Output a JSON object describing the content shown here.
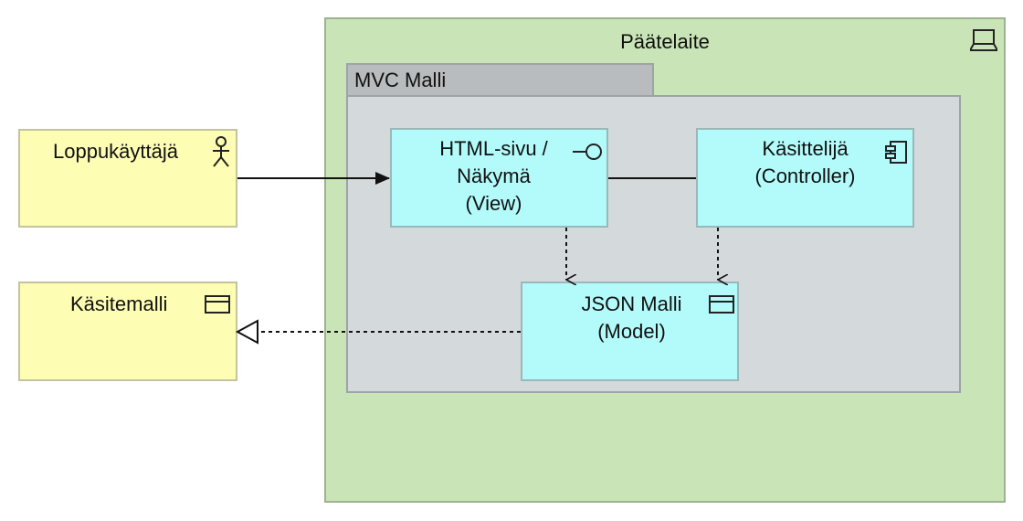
{
  "nodes": {
    "device": {
      "label": "Päätelaite",
      "icon": "device-icon"
    },
    "mvc": {
      "label": "MVC Malli"
    },
    "view": {
      "line1": "HTML-sivu /",
      "line2": "Näkymä",
      "line3": "(View)",
      "icon": "interface-icon"
    },
    "controller": {
      "line1": "Käsittelijä",
      "line2": "(Controller)",
      "icon": "component-icon"
    },
    "model": {
      "line1": "JSON Malli",
      "line2": "(Model)",
      "icon": "data-object-icon"
    },
    "actor": {
      "label": "Loppukäyttäjä",
      "icon": "actor-icon"
    },
    "concept": {
      "label": "Käsitemalli",
      "icon": "business-object-icon"
    }
  },
  "colors": {
    "yellow": "#fdfdb3",
    "cyan": "#b3fbfb",
    "green": "#c9e4b6",
    "grey": "#d4dadc"
  }
}
